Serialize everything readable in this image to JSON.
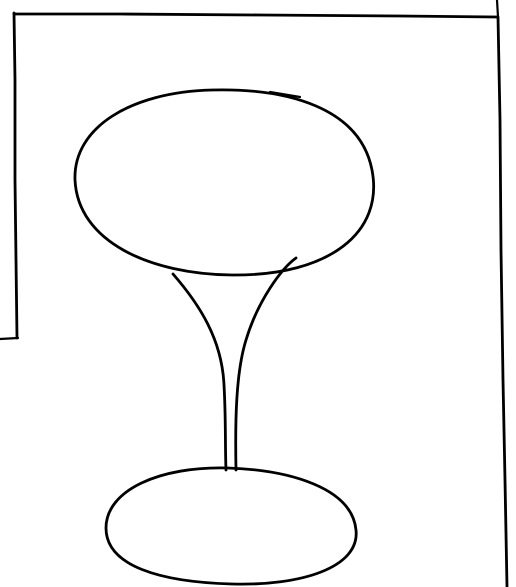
{
  "drawing": {
    "subject": "hand-drawn-stemmed-oval-figure",
    "ink_color": "#000000",
    "paper_color": "#ffffff",
    "elements": [
      "top-border-line",
      "left-bracket-line",
      "right-border-line",
      "upper-oval",
      "stem",
      "lower-oval"
    ]
  }
}
